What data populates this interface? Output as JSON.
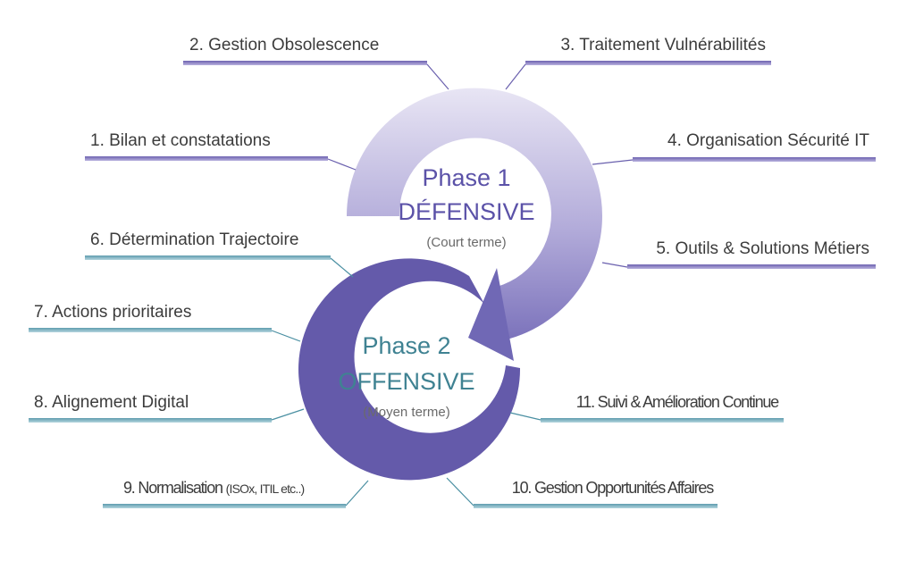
{
  "phase1": {
    "title": "Phase 1",
    "mode": "DÉFENSIVE",
    "term": "(Court terme)",
    "color": "#5b52a8"
  },
  "phase2": {
    "title": "Phase 2",
    "mode": "OFFENSIVE",
    "term": "(Moyen terme)",
    "color": "#3f8292"
  },
  "steps": [
    {
      "label": "1. Bilan et constatations"
    },
    {
      "label": "2. Gestion Obsolescence"
    },
    {
      "label": "3. Traitement Vulnérabilités"
    },
    {
      "label": "4. Organisation Sécurité IT"
    },
    {
      "label": "5. Outils & Solutions Métiers"
    },
    {
      "label": "6. Détermination Trajectoire"
    },
    {
      "label": "7. Actions prioritaires"
    },
    {
      "label": "8. Alignement Digital"
    },
    {
      "label": "9. Normalisation ",
      "note": "(ISOx, ITIL etc..)"
    },
    {
      "label": "10. Gestion Opportunités Affaires"
    },
    {
      "label": "11. Suivi & Amélioration Continue"
    }
  ],
  "colors": {
    "purple_bar": "#8478bf",
    "teal_bar": "#7fb2c2",
    "ring_top_light": "#e6e3f3",
    "ring_top_dark": "#7d74bd",
    "ring_bottom": "#645aaa"
  }
}
